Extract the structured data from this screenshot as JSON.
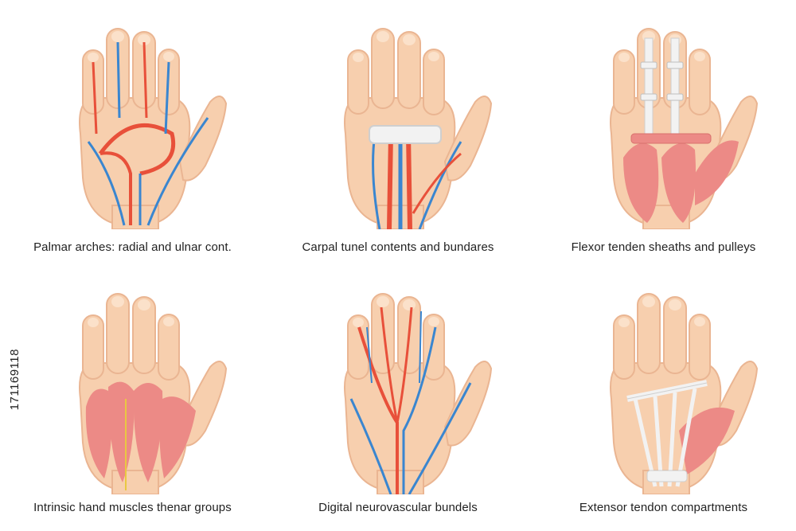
{
  "colors": {
    "skin": "#f7cfae",
    "skin_shade": "#eab592",
    "artery": "#e8503a",
    "vein": "#3a86d0",
    "muscle": "#ec8a86",
    "tendon": "#f2f2f2",
    "nerve": "#e9c842"
  },
  "side_id": "171169118",
  "panels": [
    {
      "caption": "Palmar arches: radial and ulnar cont."
    },
    {
      "caption": "Carpal tunel contents and bundares"
    },
    {
      "caption": "Flexor tenden sheaths and pulleys"
    },
    {
      "caption": "Intrinsic hand muscles  thenar groups"
    },
    {
      "caption": "Digital neurovascular bundels"
    },
    {
      "caption": "Extensor tendon compartments"
    }
  ]
}
